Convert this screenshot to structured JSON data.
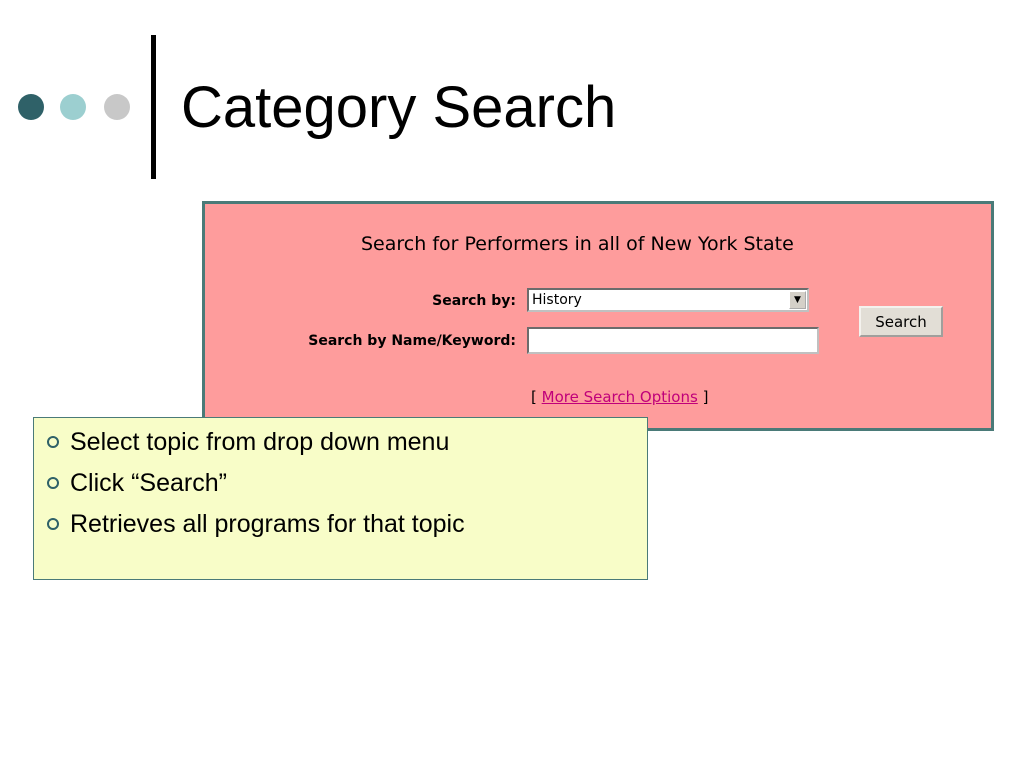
{
  "slide": {
    "title": "Category Search"
  },
  "search_panel": {
    "heading": "Search for Performers in all of New York State",
    "search_by_label": "Search by:",
    "search_by_selected": "History",
    "keyword_label": "Search by Name/Keyword:",
    "keyword_value": "",
    "search_button_label": "Search",
    "options_open_bracket": "[",
    "options_link_label": "More Search Options",
    "options_close_bracket": "]"
  },
  "notes": {
    "items": [
      "Select topic from drop down menu",
      "Click “Search”",
      "Retrieves all programs for that topic"
    ]
  },
  "colors": {
    "panel_background": "#fe9c9c",
    "panel_border": "#4a7a78",
    "note_background": "#f8fdc8",
    "link": "#c0007a",
    "dot_dark": "#2f6168",
    "dot_light": "#9ccfd0",
    "dot_grey": "#c8c8c8"
  }
}
